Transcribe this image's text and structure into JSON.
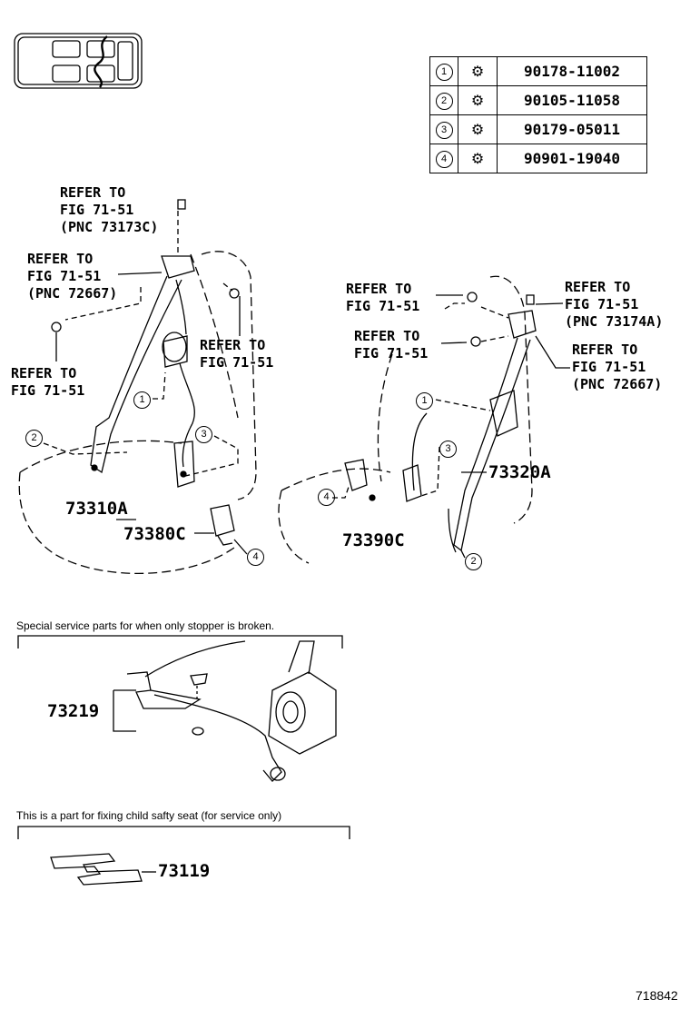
{
  "legend": [
    {
      "num": "1",
      "icon": "flange-nut-icon",
      "part": "90178-11002"
    },
    {
      "num": "2",
      "icon": "bolt-icon",
      "part": "90105-11058"
    },
    {
      "num": "3",
      "icon": "nut-icon",
      "part": "90179-05011"
    },
    {
      "num": "4",
      "icon": "bolt-washer-icon",
      "part": "90901-19040"
    }
  ],
  "refs": {
    "a": "REFER TO\nFIG 71-51\n(PNC 73173C)",
    "b": "REFER TO\nFIG 71-51\n(PNC 72667)",
    "c": "REFER TO\nFIG 71-51",
    "d": "REFER TO\nFIG 71-51",
    "e": "REFER TO\nFIG 71-51",
    "f": "REFER TO\nFIG 71-51",
    "g": "REFER TO\nFIG 71-51\n(PNC 73174A)",
    "h": "REFER TO\nFIG 71-51\n(PNC 72667)"
  },
  "parts": {
    "p73310A": "73310A",
    "p73380C": "73380C",
    "p73390C": "73390C",
    "p73320A": "73320A",
    "p73219": "73219",
    "p73119": "73119"
  },
  "callouts": {
    "c1a": "1",
    "c2a": "2",
    "c3a": "3",
    "c4a": "4",
    "c1b": "1",
    "c2b": "2",
    "c3b": "3",
    "c4b": "4"
  },
  "notes": {
    "stopper": "Special service parts for when only stopper is broken.",
    "child": "This is a part for fixing child safty seat (for service only)"
  },
  "figure_id": "718842"
}
